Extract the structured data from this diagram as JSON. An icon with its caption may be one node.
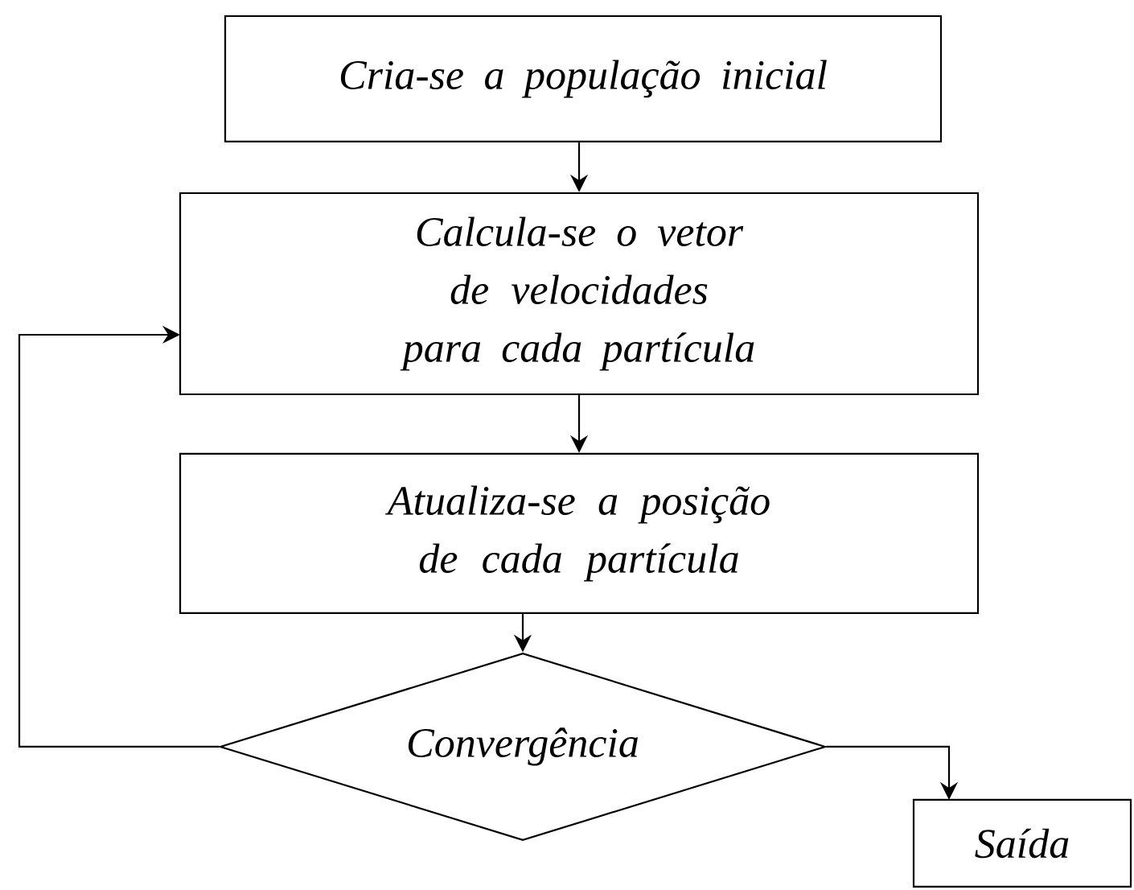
{
  "diagram": {
    "nodes": [
      {
        "text": [
          "Cria-se a população inicial"
        ]
      },
      {
        "text": [
          "Calcula-se o vetor de velocidades para cada partícula"
        ]
      },
      {
        "text": [
          "Atualiza-se a posição de cada partícula"
        ]
      },
      {
        "text": [
          "Convergência"
        ]
      },
      {
        "text": [
          "Saída"
        ]
      }
    ],
    "edges": [
      {
        "from": 0,
        "to": 1,
        "arrow": "to"
      },
      {
        "from": 1,
        "to": 2,
        "arrow": "to"
      },
      {
        "from": 2,
        "to": 3,
        "arrow": "to"
      },
      {
        "from": 3,
        "to": 1,
        "arrow": "to"
      },
      {
        "from": 3,
        "to": 4,
        "arrow": "to"
      }
    ]
  }
}
